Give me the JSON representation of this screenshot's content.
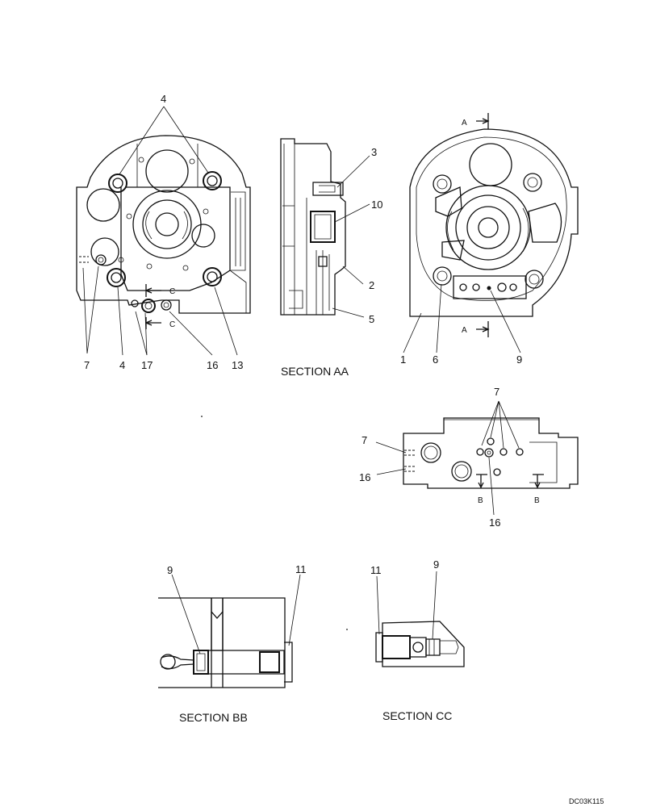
{
  "callouts": {
    "top_4": "4",
    "left_7": "7",
    "left_4": "4",
    "left_17": "17",
    "left_16": "16",
    "left_13": "13",
    "aa_3": "3",
    "aa_10": "10",
    "aa_2": "2",
    "aa_5": "5",
    "right_1": "1",
    "right_6": "6",
    "right_9": "9",
    "side_7_top": "7",
    "side_7_left": "7",
    "side_16_left": "16",
    "side_16_bottom": "16",
    "bb_9": "9",
    "bb_11": "11",
    "cc_11": "11",
    "cc_9": "9"
  },
  "cut_marks": {
    "c_upper": "C",
    "c_lower": "C",
    "a_upper": "A",
    "a_lower": "A",
    "b_left": "B",
    "b_right": "B"
  },
  "section_titles": {
    "aa": "SECTION AA",
    "bb": "SECTION BB",
    "cc": "SECTION CC"
  },
  "drawing_code": "DC03K115"
}
